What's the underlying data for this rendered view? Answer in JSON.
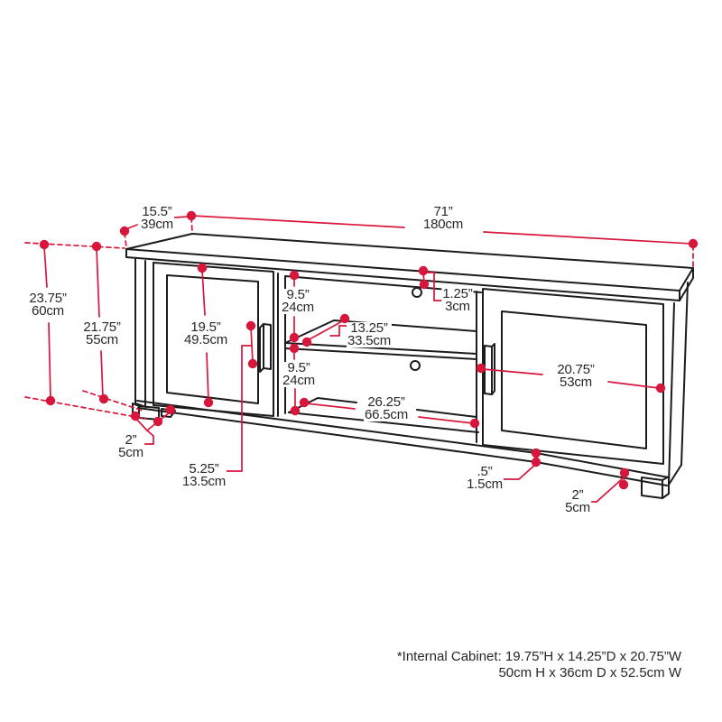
{
  "colors": {
    "dimension_accent": "#d8163c",
    "line_art": "#1c1c1c",
    "text": "#2b2629",
    "background": "#ffffff"
  },
  "dims": {
    "depth": {
      "in": "15.5”",
      "cm": "39cm"
    },
    "width": {
      "in": "71”",
      "cm": "180cm"
    },
    "total_height": {
      "in": "23.75”",
      "cm": "60cm"
    },
    "cabinet_height": {
      "in": "21.75”",
      "cm": "55cm"
    },
    "door_height": {
      "in": "19.5”",
      "cm": "49.5cm"
    },
    "top_thickness": {
      "in": "1.25”",
      "cm": "3cm"
    },
    "upper_compartment": {
      "in": "9.5”",
      "cm": "24cm"
    },
    "shelf_depth": {
      "in": "13.25”",
      "cm": "33.5cm"
    },
    "lower_compartment": {
      "in": "9.5”",
      "cm": "24cm"
    },
    "middle_width": {
      "in": "26.25”",
      "cm": "66.5cm"
    },
    "right_door_width": {
      "in": "20.75”",
      "cm": "53cm"
    },
    "left_leg": {
      "in": "2”",
      "cm": "5cm"
    },
    "handle_length": {
      "in": "5.25”",
      "cm": "13.5cm"
    },
    "base_lip": {
      "in": ".5”",
      "cm": "1.5cm"
    },
    "right_leg": {
      "in": "2”",
      "cm": "5cm"
    }
  },
  "note": {
    "line1": "*Internal Cabinet: 19.75”H x 14.25”D x 20.75”W",
    "line2": "50cm H x 36cm D x 52.5cm W"
  }
}
